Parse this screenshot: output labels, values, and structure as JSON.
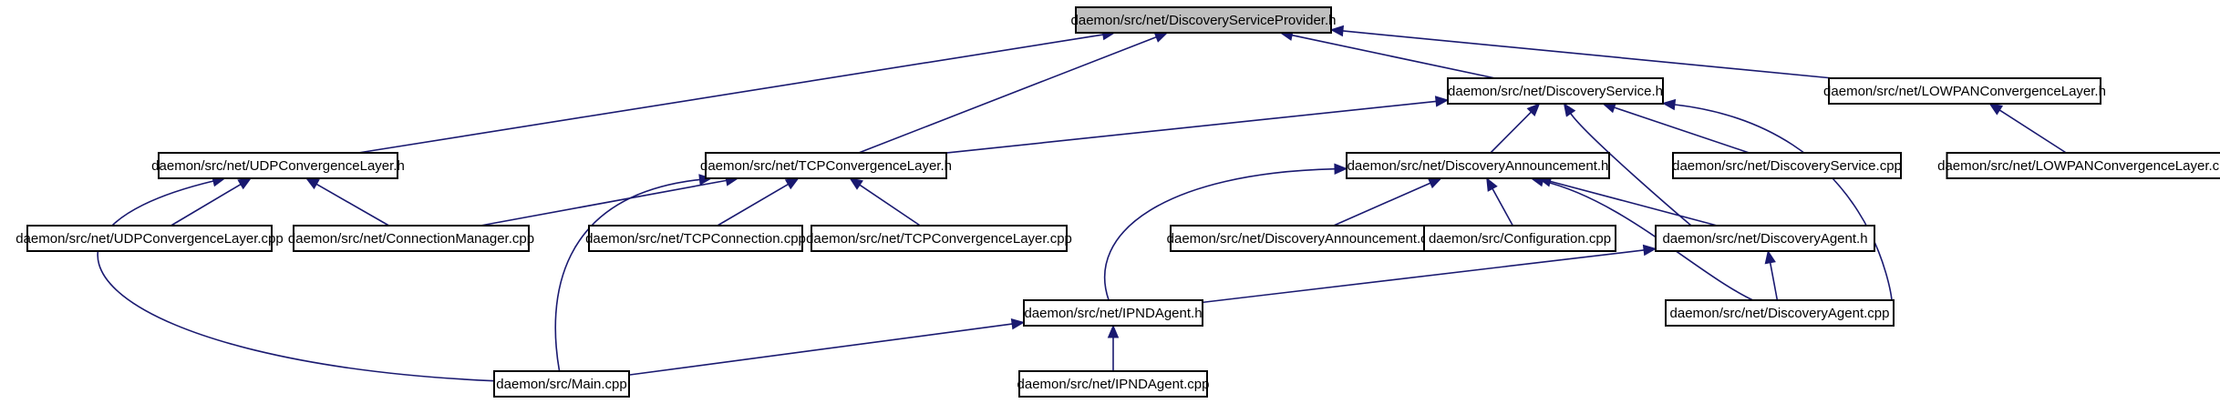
{
  "graph": {
    "nodes": [
      {
        "id": "root",
        "label": "daemon/src/net/DiscoveryServiceProvider.h",
        "root": true
      },
      {
        "id": "udp_h",
        "label": "daemon/src/net/UDPConvergenceLayer.h"
      },
      {
        "id": "tcp_h",
        "label": "daemon/src/net/TCPConvergenceLayer.h"
      },
      {
        "id": "ds_h",
        "label": "daemon/src/net/DiscoveryService.h"
      },
      {
        "id": "lowpan_h",
        "label": "daemon/src/net/LOWPANConvergenceLayer.h"
      },
      {
        "id": "lowpan_cpp",
        "label": "daemon/src/net/LOWPANConvergenceLayer.cpp"
      },
      {
        "id": "da_h",
        "label": "daemon/src/net/DiscoveryAnnouncement.h"
      },
      {
        "id": "ds_cpp",
        "label": "daemon/src/net/DiscoveryService.cpp"
      },
      {
        "id": "udp_cpp",
        "label": "daemon/src/net/UDPConvergenceLayer.cpp"
      },
      {
        "id": "cm_cpp",
        "label": "daemon/src/net/ConnectionManager.cpp"
      },
      {
        "id": "tcpconn_cpp",
        "label": "daemon/src/net/TCPConnection.cpp"
      },
      {
        "id": "tcp_cpp",
        "label": "daemon/src/net/TCPConvergenceLayer.cpp"
      },
      {
        "id": "da_cpp",
        "label": "daemon/src/net/DiscoveryAnnouncement.cpp"
      },
      {
        "id": "conf_cpp",
        "label": "daemon/src/Configuration.cpp"
      },
      {
        "id": "dagent_h",
        "label": "daemon/src/net/DiscoveryAgent.h"
      },
      {
        "id": "ipnd_h",
        "label": "daemon/src/net/IPNDAgent.h"
      },
      {
        "id": "dagent_cpp",
        "label": "daemon/src/net/DiscoveryAgent.cpp"
      },
      {
        "id": "main_cpp",
        "label": "daemon/src/Main.cpp"
      },
      {
        "id": "ipnd_cpp",
        "label": "daemon/src/net/IPNDAgent.cpp"
      }
    ],
    "edges": [
      {
        "from": "udp_h",
        "to": "root"
      },
      {
        "from": "tcp_h",
        "to": "root"
      },
      {
        "from": "ds_h",
        "to": "root"
      },
      {
        "from": "lowpan_h",
        "to": "root"
      },
      {
        "from": "lowpan_cpp",
        "to": "lowpan_h"
      },
      {
        "from": "tcp_h",
        "to": "ds_h"
      },
      {
        "from": "da_h",
        "to": "ds_h"
      },
      {
        "from": "ds_cpp",
        "to": "ds_h"
      },
      {
        "from": "dagent_h",
        "to": "ds_h"
      },
      {
        "from": "dagent_cpp",
        "to": "ds_h"
      },
      {
        "from": "udp_cpp",
        "to": "udp_h"
      },
      {
        "from": "cm_cpp",
        "to": "udp_h"
      },
      {
        "from": "main_cpp",
        "to": "udp_h"
      },
      {
        "from": "cm_cpp",
        "to": "tcp_h"
      },
      {
        "from": "tcpconn_cpp",
        "to": "tcp_h"
      },
      {
        "from": "tcp_cpp",
        "to": "tcp_h"
      },
      {
        "from": "main_cpp",
        "to": "tcp_h"
      },
      {
        "from": "da_cpp",
        "to": "da_h"
      },
      {
        "from": "conf_cpp",
        "to": "da_h"
      },
      {
        "from": "dagent_h",
        "to": "da_h"
      },
      {
        "from": "ipnd_h",
        "to": "da_h"
      },
      {
        "from": "dagent_cpp",
        "to": "da_h"
      },
      {
        "from": "ipnd_h",
        "to": "dagent_h"
      },
      {
        "from": "dagent_cpp",
        "to": "dagent_h"
      },
      {
        "from": "main_cpp",
        "to": "ipnd_h"
      },
      {
        "from": "ipnd_cpp",
        "to": "ipnd_h"
      }
    ]
  }
}
